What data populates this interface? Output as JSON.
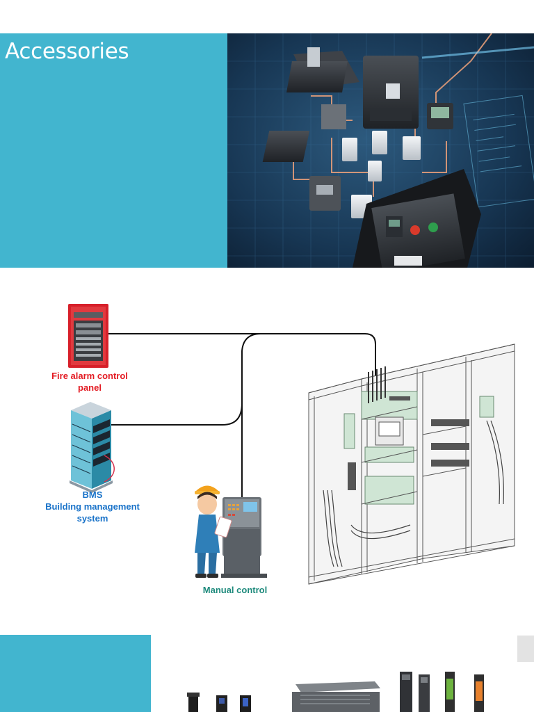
{
  "page": {
    "title": "Accessories"
  },
  "diagram": {
    "fire_alarm_label": "Fire alarm control panel",
    "bms_label_line1": "BMS",
    "bms_label_line2": "Building management system",
    "manual_label": "Manual control"
  },
  "colors": {
    "accent_teal": "#42b5cf",
    "fire_label_red": "#e31b23",
    "bms_label_blue": "#1a73c9",
    "manual_label_green": "#1e8a7c"
  },
  "icons": [
    "fire-alarm-panel-icon",
    "server-rack-icon",
    "operator-with-control-terminal-icon",
    "switchgear-cabinet-icon"
  ]
}
